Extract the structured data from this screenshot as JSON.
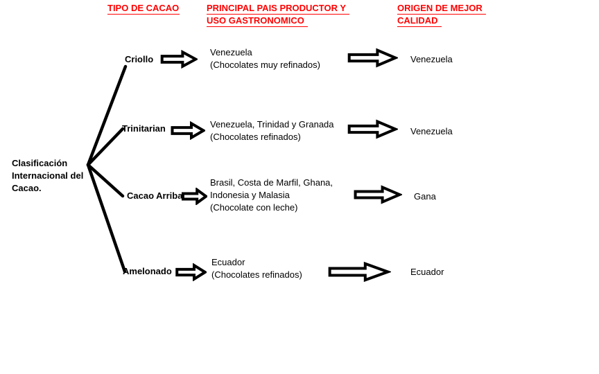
{
  "headers": {
    "tipo": "TIPO DE CACAO",
    "principal_line1": "PRINCIPAL PAIS PRODUCTOR Y",
    "principal_line2": "USO GASTRONOMICO",
    "origen_line1": "ORIGEN DE MEJOR",
    "origen_line2": "CALIDAD"
  },
  "root": {
    "line1": "Clasificación",
    "line2": "Internacional del",
    "line3": "Cacao."
  },
  "rows": [
    {
      "type": "Criollo",
      "producer_lines": [
        "Venezuela",
        "(Chocolates muy refinados)"
      ],
      "origin": "Venezuela"
    },
    {
      "type": "Trinitarian",
      "producer_lines": [
        "Venezuela, Trinidad y Granada",
        "(Chocolates refinados)"
      ],
      "origin": "Venezuela"
    },
    {
      "type": "Cacao Arriba",
      "producer_lines": [
        "Brasil, Costa de Marfil, Ghana,",
        "Indonesia y Malasia",
        "(Chocolate con leche)"
      ],
      "origin": "Gana"
    },
    {
      "type": "Amelonado",
      "producer_lines": [
        "Ecuador",
        "(Chocolates refinados)"
      ],
      "origin": "Ecuador"
    }
  ],
  "icons": {
    "arrow": "block-arrow-right"
  },
  "colors": {
    "header_red": "#ff0000",
    "text": "#000000",
    "line": "#000000",
    "background": "#ffffff"
  }
}
